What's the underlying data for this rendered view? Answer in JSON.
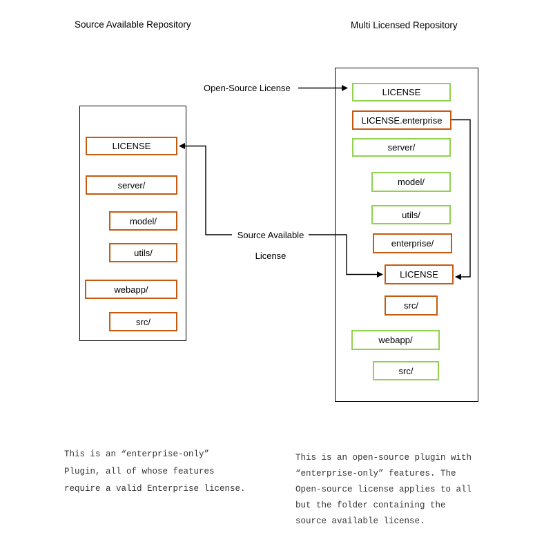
{
  "left_repo": {
    "title": "Source Available Repository",
    "items": [
      {
        "label": "LICENSE",
        "style": "orange",
        "indent": 0
      },
      {
        "label": "server/",
        "style": "orange",
        "indent": 0
      },
      {
        "label": "model/",
        "style": "orange",
        "indent": 1
      },
      {
        "label": "utils/",
        "style": "orange",
        "indent": 1
      },
      {
        "label": "webapp/",
        "style": "orange",
        "indent": 0
      },
      {
        "label": "src/",
        "style": "orange",
        "indent": 1
      }
    ],
    "note_lines": [
      "This is an “enterprise-only”",
      "Plugin, all of whose features",
      "require a valid Enterprise license."
    ]
  },
  "right_repo": {
    "title": "Multi Licensed Repository",
    "items": [
      {
        "label": "LICENSE",
        "style": "green",
        "indent": 0
      },
      {
        "label": "LICENSE.enterprise",
        "style": "orange",
        "indent": 0
      },
      {
        "label": "server/",
        "style": "green",
        "indent": 0
      },
      {
        "label": "model/",
        "style": "green",
        "indent": 1
      },
      {
        "label": "utils/",
        "style": "green",
        "indent": 1
      },
      {
        "label": "enterprise/",
        "style": "orange",
        "indent": 1
      },
      {
        "label": "LICENSE",
        "style": "orange",
        "indent": 2
      },
      {
        "label": "src/",
        "style": "orange",
        "indent": 2
      },
      {
        "label": "webapp/",
        "style": "green",
        "indent": 0
      },
      {
        "label": "src/",
        "style": "green",
        "indent": 1
      }
    ],
    "note_lines": [
      "This is an open-source plugin with",
      "“enterprise-only” features. The",
      "Open-source license applies to all",
      "but the folder containing the",
      "source available license."
    ]
  },
  "arrow_labels": {
    "open_source": "Open-Source License",
    "source_available_line1": "Source Available",
    "source_available_line2": "License"
  },
  "colors": {
    "orange_border": "#C55A11",
    "green_border": "#92D050",
    "outline": "#000000",
    "connector": "#000000"
  }
}
